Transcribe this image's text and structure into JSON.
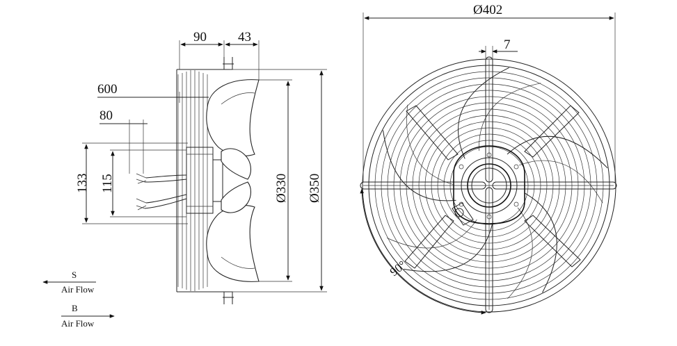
{
  "dimensions": {
    "d90": "90",
    "d43": "43",
    "d600": "600",
    "d80": "80",
    "d133": "133",
    "d115": "115",
    "d330": "Ø330",
    "d350": "Ø350",
    "d402": "Ø402",
    "d7": "7",
    "angle": "90°"
  },
  "airflow": {
    "s_letter": "S",
    "s_label": "Air Flow",
    "b_letter": "B",
    "b_label": "Air Flow"
  }
}
